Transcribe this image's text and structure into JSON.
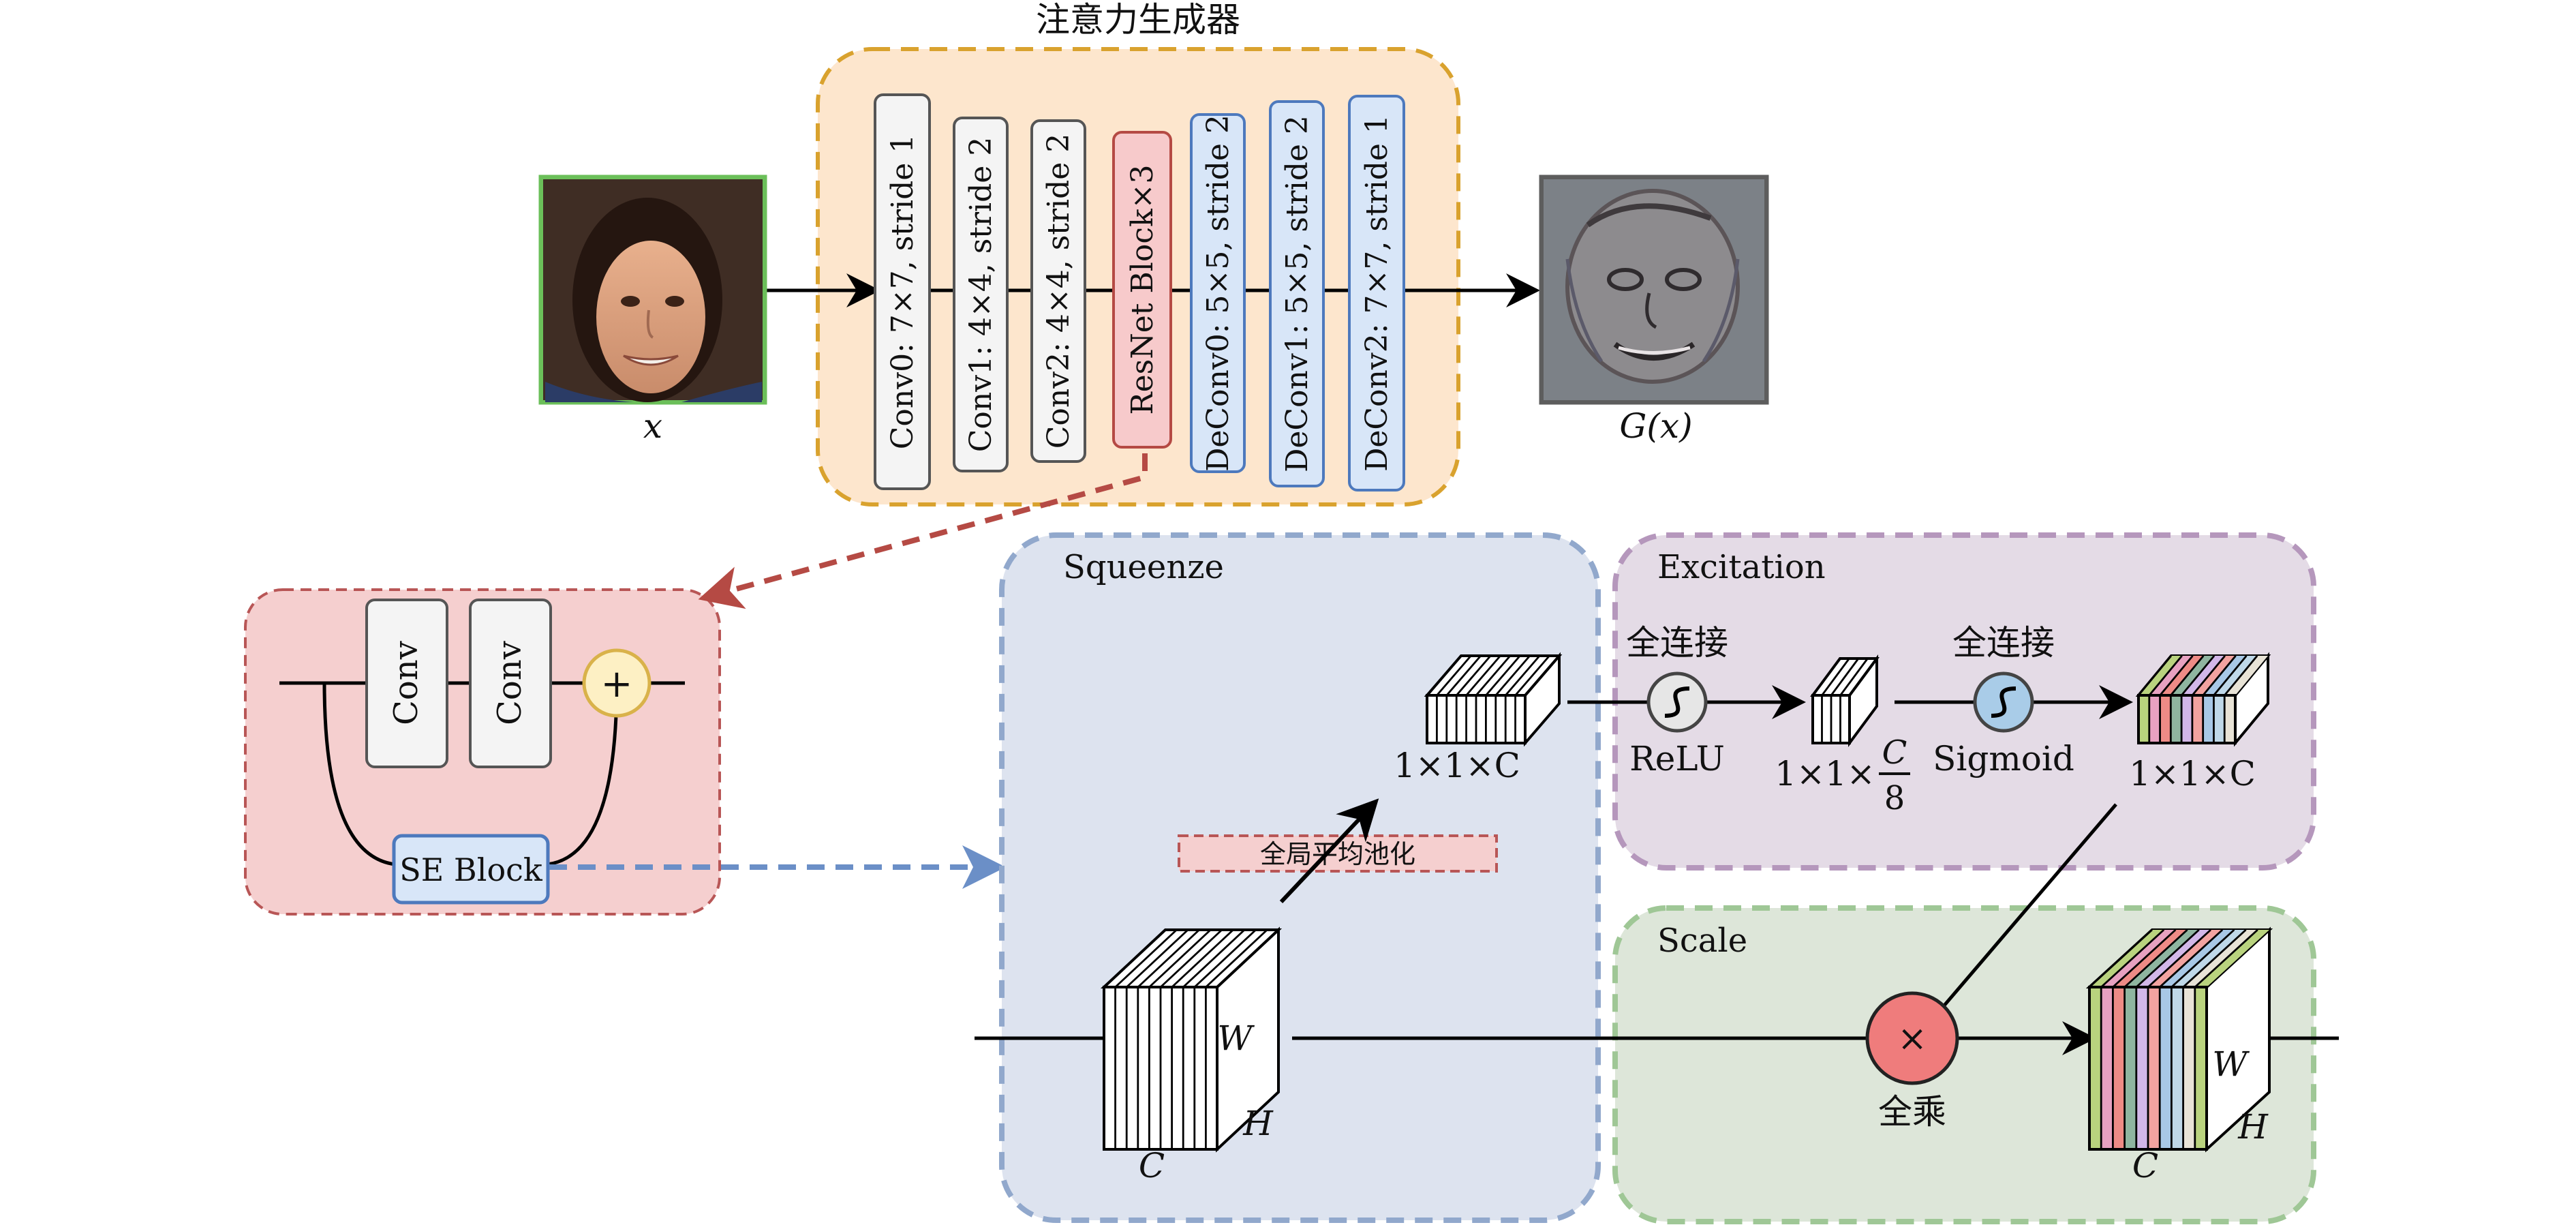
{
  "generator": {
    "title": "注意力生成器",
    "layers": [
      {
        "label": "Conv0: 7×7, stride 1",
        "kind": "conv"
      },
      {
        "label": "Conv1: 4×4, stride 2",
        "kind": "conv"
      },
      {
        "label": "Conv2: 4×4, stride 2",
        "kind": "conv"
      },
      {
        "label": "ResNet Block×3",
        "kind": "resnet"
      },
      {
        "label": "DeConv0: 5×5, stride 2",
        "kind": "deconv"
      },
      {
        "label": "DeConv1: 5×5, stride 2",
        "kind": "deconv"
      },
      {
        "label": "DeConv2: 7×7, stride 1",
        "kind": "deconv"
      }
    ],
    "input_label": "x",
    "output_label": "G(x)"
  },
  "resnet_block": {
    "conv_labels": [
      "Conv",
      "Conv"
    ],
    "add_symbol": "+",
    "se_label": "SE Block"
  },
  "squeeze": {
    "title": "Squeenze",
    "pool_label": "全局平均池化",
    "input_dims": {
      "w": "W",
      "h": "H",
      "c": "C"
    },
    "output_label": "1×1×C"
  },
  "excitation": {
    "title": "Excitation",
    "fc1_label": "全连接",
    "act1_label": "ReLU",
    "mid_label": "1×1×",
    "mid_frac_num": "C",
    "mid_frac_den": "8",
    "fc2_label": "全连接",
    "act2_label": "Sigmoid",
    "output_label": "1×1×C"
  },
  "scale": {
    "title": "Scale",
    "mult_symbol": "×",
    "mult_label": "全乘",
    "output_dims": {
      "w": "W",
      "h": "H",
      "c": "C"
    }
  },
  "colors": {
    "generator_bg": "#fde6cd",
    "generator_border": "#d9a22e",
    "resnet_bg": "#f5cfcf",
    "resnet_border": "#b85656",
    "squeeze_bg": "#dde3ef",
    "squeeze_border": "#91a8cc",
    "excitation_bg": "#e4dbe6",
    "excitation_border": "#b597bc",
    "scale_bg": "#dde6d9",
    "scale_border": "#9fc796",
    "conv_fill": "#f4f4f4",
    "resnet_fill": "#f7cacb",
    "deconv_fill": "#d8e6f8",
    "deconv_border": "#4d79bd",
    "se_fill": "#d8e6f8",
    "add_fill": "#fdf0c4",
    "add_border": "#d9b24a",
    "mult_fill": "#ef7c7c",
    "channel_colors": [
      "#b9d37e",
      "#e7a1c0",
      "#ee8b86",
      "#8fb5a0",
      "#d2b7e8",
      "#f2a3a0",
      "#a8c8e6",
      "#bfd8e8",
      "#e8e3d6"
    ]
  },
  "icons": {
    "face_input": "photo-face",
    "face_output": "attention-map-face",
    "activation": "s-curve-icon"
  }
}
